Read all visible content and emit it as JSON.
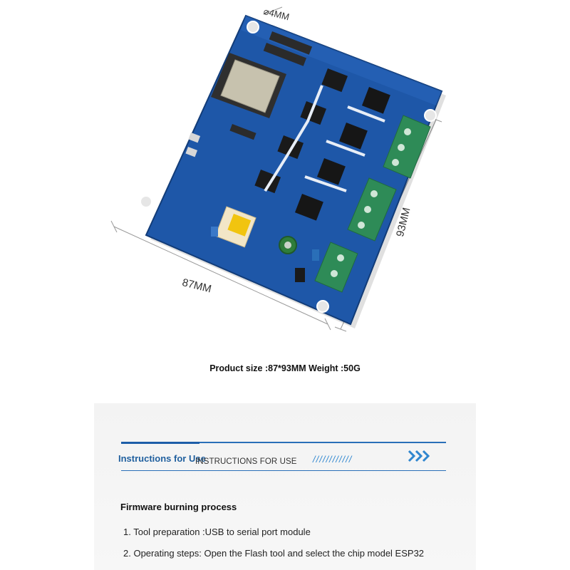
{
  "dimensions": {
    "hole_diameter": "⌀4MM",
    "width": "87MM",
    "height": "93MM"
  },
  "product_line": "Product size :87*93MM Weight :50G",
  "instructions": {
    "title": "Instructions for Use",
    "subtitle": "INSTRUCTIONS FOR USE",
    "decor_slashes": "////////////",
    "arrow_icon": "triple-chevron-right-icon",
    "accent_color": "#2a6fb8"
  },
  "firmware": {
    "title": "Firmware burning process",
    "steps": [
      "1. Tool preparation :USB to serial port module",
      "2. Operating steps: Open the Flash tool and select the chip model ESP32"
    ]
  },
  "colors": {
    "pcb": "#1e57a8",
    "terminal": "#2e8b57"
  }
}
